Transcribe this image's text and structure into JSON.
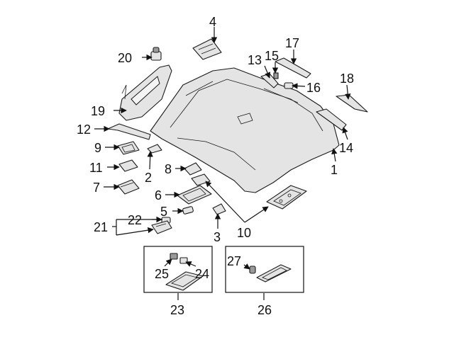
{
  "callouts": {
    "c1": "1",
    "c2": "2",
    "c3": "3",
    "c4": "4",
    "c5": "5",
    "c6": "6",
    "c7": "7",
    "c8": "8",
    "c9": "9",
    "c10": "10",
    "c11": "11",
    "c12": "12",
    "c13": "13",
    "c14": "14",
    "c15": "15",
    "c16": "16",
    "c17": "17",
    "c18": "18",
    "c19": "19",
    "c20": "20",
    "c21": "21",
    "c22": "22",
    "c23": "23",
    "c24": "24",
    "c25": "25",
    "c26": "26",
    "c27": "27"
  },
  "colors": {
    "line": "#111111",
    "part_fill": "#e4e4e4",
    "part_shadow": "#9a9a9a"
  }
}
